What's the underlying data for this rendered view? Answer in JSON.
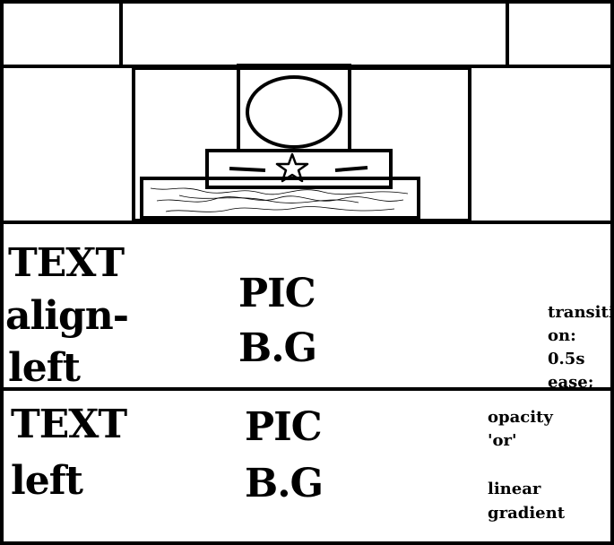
{
  "hero": {
    "icons": [
      "circle-shape",
      "star-icon"
    ]
  },
  "row1": {
    "text_lines": [
      "TEXT",
      "align-",
      "left"
    ],
    "pic_lines": [
      "PIC",
      "B.G"
    ],
    "note_lines": [
      "transiti",
      "on:",
      "0.5s",
      "ease;"
    ]
  },
  "row2": {
    "text_lines": [
      "TEXT",
      "left"
    ],
    "pic_lines": [
      "PIC",
      "B.G"
    ],
    "note_lines": [
      "opacity",
      "'or'",
      "linear",
      "gradient"
    ]
  }
}
